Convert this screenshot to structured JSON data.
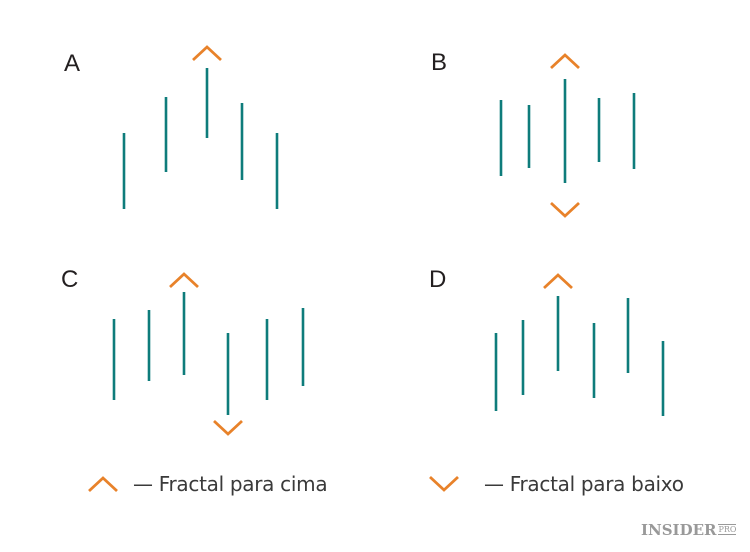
{
  "panels": [
    {
      "label": "A"
    },
    {
      "label": "B"
    },
    {
      "label": "C"
    },
    {
      "label": "D"
    }
  ],
  "legend": {
    "up": {
      "icon": "chevron-up-icon",
      "text": "—  Fractal para cima"
    },
    "down": {
      "icon": "chevron-down-icon",
      "text": "— Fractal para baixo"
    }
  },
  "logo": {
    "main": "INSIDER",
    "suffix": "PRO"
  },
  "colors": {
    "bar": "#0e7c7b",
    "fractal": "#e8822a",
    "text": "#231f20"
  }
}
